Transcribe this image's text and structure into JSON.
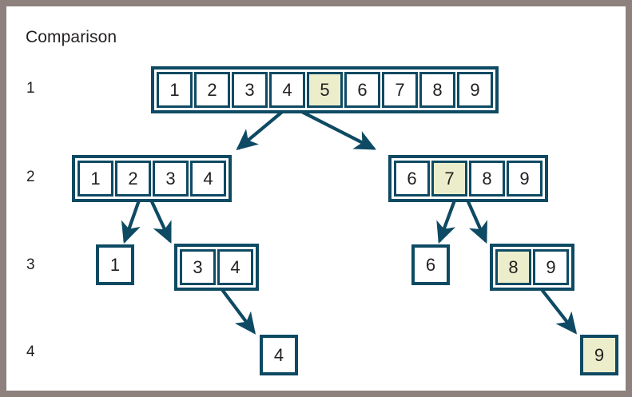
{
  "figure": {
    "title": "Comparison",
    "border_color": "#8d807d",
    "line_color": "#0e4a63",
    "highlight_color": "#eceecb",
    "text_color": "#231f20",
    "background": "#ffffff"
  },
  "row_labels": [
    "1",
    "2",
    "3",
    "4"
  ],
  "tree": {
    "level1": {
      "label": "1",
      "groups": [
        {
          "name": "root-array",
          "cells": [
            {
              "value": "1",
              "highlighted": false
            },
            {
              "value": "2",
              "highlighted": false
            },
            {
              "value": "3",
              "highlighted": false
            },
            {
              "value": "4",
              "highlighted": false
            },
            {
              "value": "5",
              "highlighted": true
            },
            {
              "value": "6",
              "highlighted": false
            },
            {
              "value": "7",
              "highlighted": false
            },
            {
              "value": "8",
              "highlighted": false
            },
            {
              "value": "9",
              "highlighted": false
            }
          ]
        }
      ]
    },
    "level2": {
      "label": "2",
      "groups": [
        {
          "name": "left-subarray",
          "cells": [
            {
              "value": "1",
              "highlighted": false
            },
            {
              "value": "2",
              "highlighted": false
            },
            {
              "value": "3",
              "highlighted": false
            },
            {
              "value": "4",
              "highlighted": false
            }
          ]
        },
        {
          "name": "right-subarray",
          "cells": [
            {
              "value": "6",
              "highlighted": false
            },
            {
              "value": "7",
              "highlighted": true
            },
            {
              "value": "8",
              "highlighted": false
            },
            {
              "value": "9",
              "highlighted": false
            }
          ]
        }
      ]
    },
    "level3": {
      "label": "3",
      "leaves": [
        {
          "name": "leaf-1",
          "value": "1",
          "highlighted": false
        },
        {
          "name": "leaf-6",
          "value": "6",
          "highlighted": false
        }
      ],
      "groups": [
        {
          "name": "left-pair",
          "cells": [
            {
              "value": "3",
              "highlighted": false
            },
            {
              "value": "4",
              "highlighted": false
            }
          ]
        },
        {
          "name": "right-pair",
          "cells": [
            {
              "value": "8",
              "highlighted": true
            },
            {
              "value": "9",
              "highlighted": false
            }
          ]
        }
      ]
    },
    "level4": {
      "label": "4",
      "leaves": [
        {
          "name": "leaf-4",
          "value": "4",
          "highlighted": false
        },
        {
          "name": "leaf-9",
          "value": "9",
          "highlighted": true
        }
      ]
    }
  }
}
